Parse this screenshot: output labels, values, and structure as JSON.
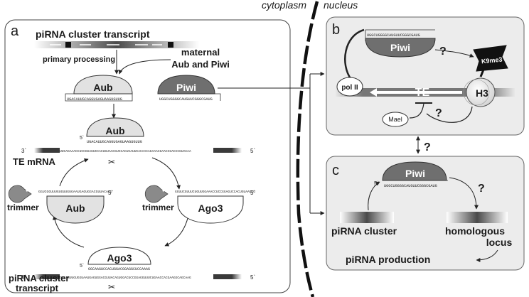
{
  "regions": {
    "cytoplasm": "cytoplasm",
    "nucleus": "nucleus"
  },
  "panels": {
    "a": {
      "letter": "a",
      "cluster_transcript_title": "piRNA cluster transcript",
      "primary_processing": "primary processing",
      "maternal_line1": "maternal",
      "maternal_line2": "Aub and Piwi",
      "aub": "Aub",
      "piwi": "Piwi",
      "ago3": "Ago3",
      "te_mrna": "TE mRNA",
      "trimmer": "trimmer",
      "cluster_bottom_line1": "piRNA cluster",
      "cluster_bottom_line2": "transcript",
      "prime3": "3`",
      "prime5": "5`",
      "seq_aub": "UGACAUUGCAGGUGAGUAAGUGUUG",
      "seq_piwi": "UGGCUGGGGCAUGUUCGGGCGAUG",
      "seq_aub_center": "UGACAUUGCAGGUGAGUAAGUGUUG",
      "seq_te_mrna": "UUCAGAAACCUCCGGAGUCCACUGUAACGUCCACUCAUUCACAACAGAAACGAACCGACCCGUACAA",
      "seq_trim_left": "GGUCGGUUUGUGUUGUGAAUGAGUGGACGUUACAGU",
      "seq_trim_right": "GGUUCGUUUCUGUUGGAAACCUCCGGAGUCCACUGUAACGU",
      "seq_ago3_bottom": "GGCAAGUCCACUGGACGGAGGCUCCAAAG",
      "seq_cluster_bottom": "UUCAGUUGUGGUAAUGAGUGGACGUUACAGUGGACUCCGGAGGUUUCUGAACCACGAAGGCAGCAAG"
    },
    "b": {
      "letter": "b",
      "piwi": "Piwi",
      "seq_piwi": "UGGCUGGGGCAUGUUCGGGCGAUG",
      "q1": "?",
      "q2": "?",
      "k9me3": "K9me3",
      "pol2": "pol II",
      "te": "TE",
      "h3": "H3",
      "mael": "Mael"
    },
    "c": {
      "letter": "c",
      "piwi": "Piwi",
      "seq_piwi": "UGGCUGGGGCAUGUUCGGGCGAUG",
      "prime5": "5`",
      "q": "?",
      "cluster": "piRNA cluster",
      "homologous_line1": "homologous",
      "homologous_line2": "locus",
      "production": "piRNA production"
    },
    "link_q": "?"
  }
}
